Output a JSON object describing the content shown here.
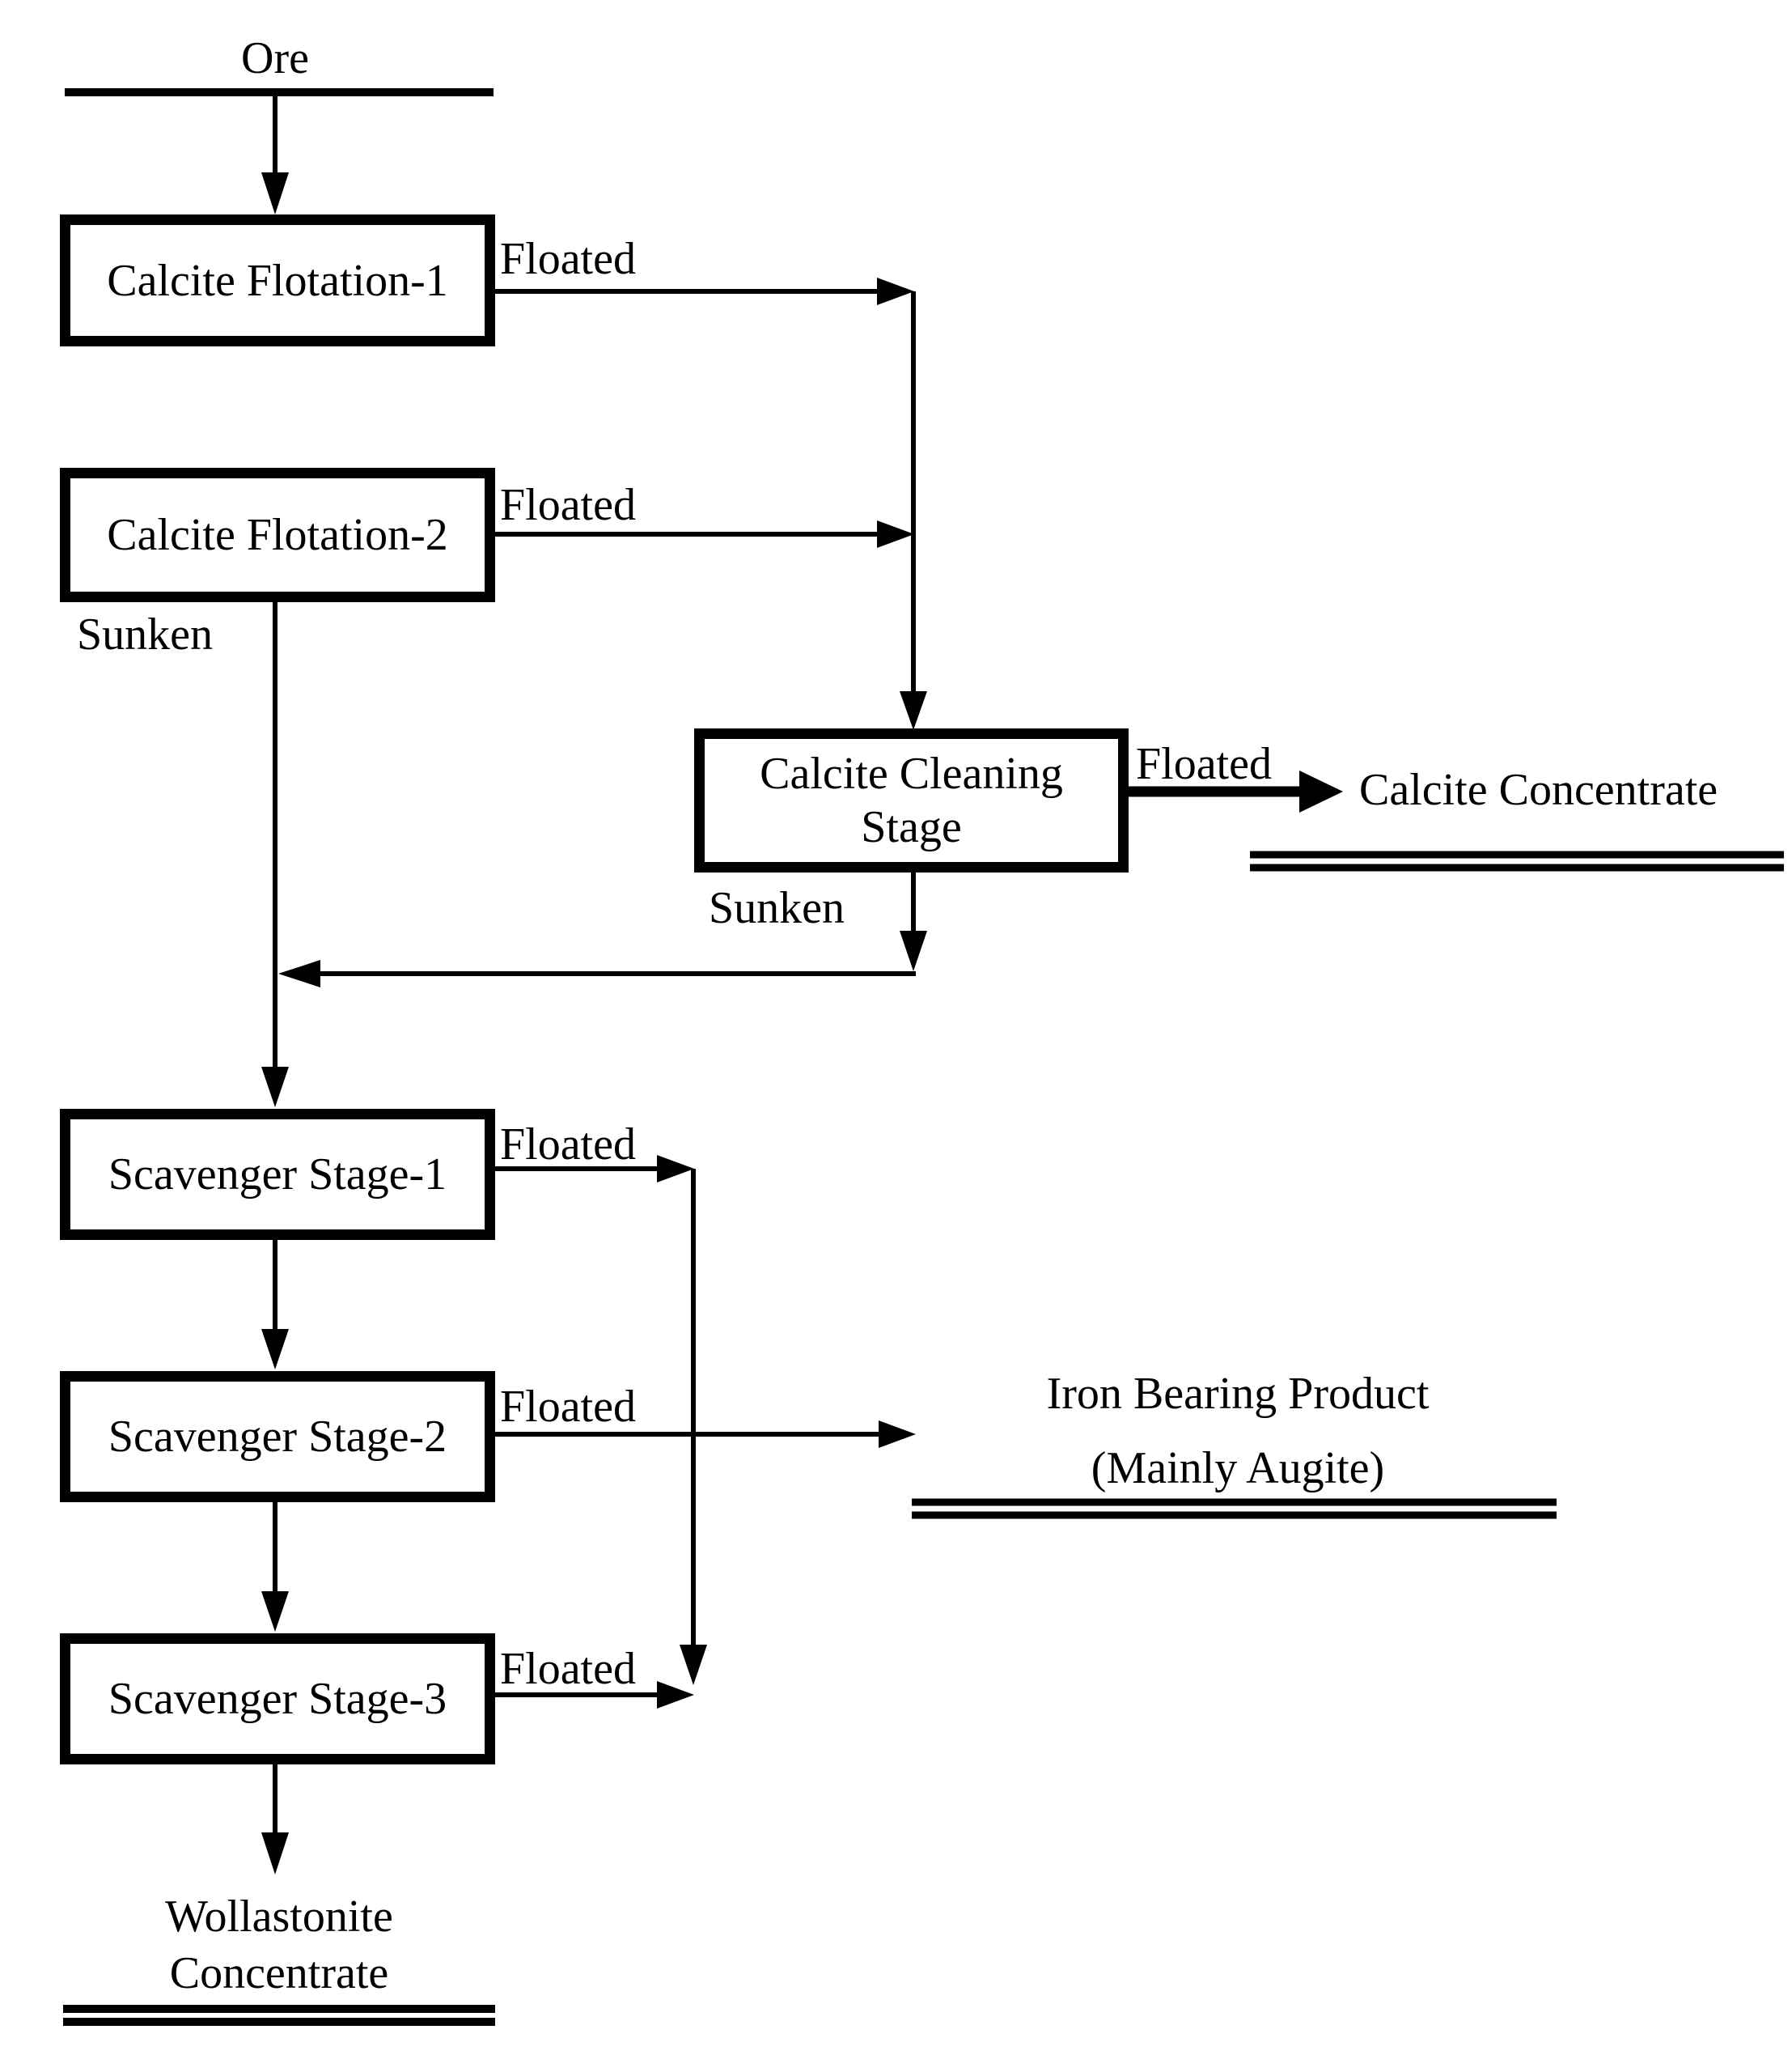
{
  "page": {
    "background_color": "#ffffff",
    "line_color": "#000000",
    "text_color": "#000000"
  },
  "flowchart": {
    "source": {
      "label": "Ore"
    },
    "boxes": {
      "calcite_flotation_1": {
        "label": "Calcite Flotation-1"
      },
      "calcite_flotation_2": {
        "label": "Calcite Flotation-2"
      },
      "calcite_cleaning": {
        "label_line1": "Calcite Cleaning",
        "label_line2": "Stage"
      },
      "scavenger_1": {
        "label": "Scavenger Stage-1"
      },
      "scavenger_2": {
        "label": "Scavenger Stage-2"
      },
      "scavenger_3": {
        "label": "Scavenger Stage-3"
      }
    },
    "stream_labels": {
      "cf1_floated": "Floated",
      "cf2_floated": "Floated",
      "cf2_sunken": "Sunken",
      "cleaning_floated": "Floated",
      "cleaning_sunken": "Sunken",
      "s1_floated": "Floated",
      "s2_floated": "Floated",
      "s3_floated": "Floated"
    },
    "outputs": {
      "calcite_concentrate": {
        "label": "Calcite Concentrate"
      },
      "iron_bearing_product": {
        "label_line1": "Iron Bearing Product",
        "label_line2": "(Mainly Augite)"
      },
      "wollastonite_concentrate": {
        "label_line1": "Wollastonite",
        "label_line2": "Concentrate"
      }
    }
  }
}
